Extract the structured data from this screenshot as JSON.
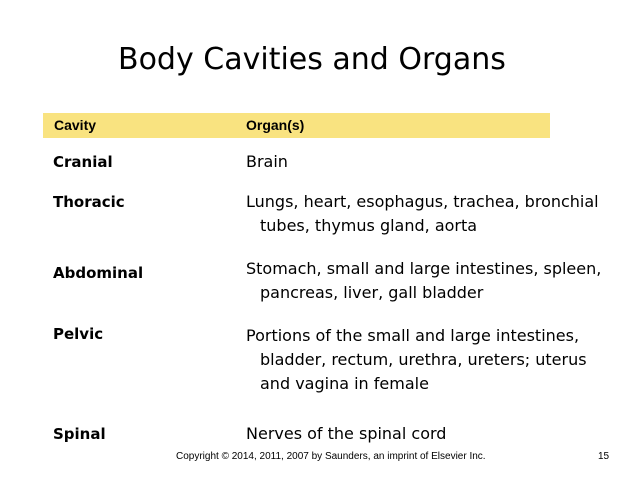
{
  "slide": {
    "title": "Body Cavities and Organs",
    "footer": "Copyright © 2014, 2011, 2007 by Saunders, an imprint of Elsevier Inc.",
    "page_number": "15"
  },
  "table": {
    "header_color": "#f9e380",
    "headers": {
      "cavity": "Cavity",
      "organs": "Organ(s)"
    },
    "rows": [
      {
        "cavity": "Cranial",
        "organs": [
          "Brain"
        ]
      },
      {
        "cavity": "Thoracic",
        "organs": [
          "Lungs, heart, esophagus, trachea, bronchial",
          "tubes, thymus gland, aorta"
        ]
      },
      {
        "cavity": "Abdominal",
        "organs": [
          "Stomach, small and large intestines, spleen,",
          "pancreas, liver, gall bladder"
        ]
      },
      {
        "cavity": "Pelvic",
        "organs": [
          "Portions of the small and large intestines,",
          "bladder, rectum, urethra, ureters; uterus",
          "and vagina in female"
        ]
      },
      {
        "cavity": "Spinal",
        "organs": [
          "Nerves of the spinal cord"
        ]
      }
    ]
  }
}
